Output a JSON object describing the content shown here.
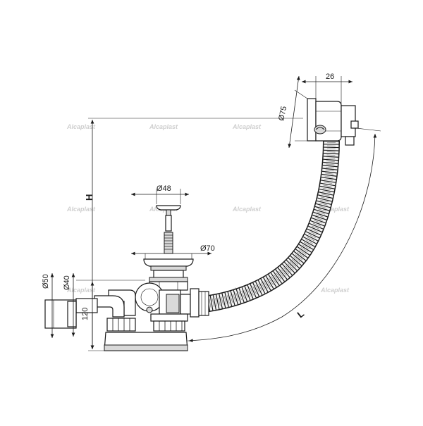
{
  "dimensions": {
    "d75": "Ø75",
    "w26": "26",
    "d48": "Ø48",
    "d70": "Ø70",
    "h": "H",
    "d50": "Ø50",
    "d40": "Ø40",
    "h120": "120",
    "l": "L"
  },
  "watermark": {
    "text": "Alcaplast"
  }
}
